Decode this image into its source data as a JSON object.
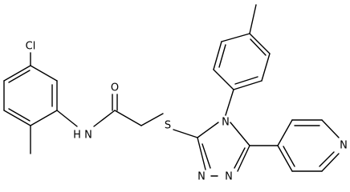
{
  "molecule": {
    "atoms": {
      "cl": "Cl",
      "o": "O",
      "nh": "N",
      "h": "H",
      "s": "S",
      "n4": "N",
      "n1": "N",
      "n2": "N",
      "npy": "N"
    }
  }
}
